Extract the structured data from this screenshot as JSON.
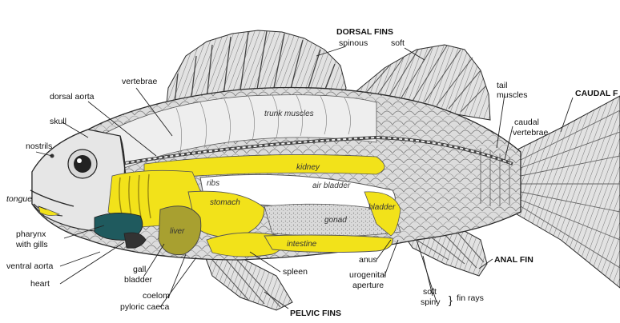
{
  "labels": {
    "dorsal_fins": "DORSAL FINS",
    "spinous": "spinous",
    "soft": "soft",
    "vertebrae": "vertebrae",
    "dorsal_aorta": "dorsal aorta",
    "skull": "skull",
    "nostrils": "nostrils",
    "tongue": "tongue",
    "pharynx": "pharynx",
    "with_gills": "with gills",
    "ventral_aorta": "ventral aorta",
    "heart": "heart",
    "gall": "gall",
    "bladder": "bladder",
    "coelom": "coelom",
    "pyloric_caeca": "pyloric caeca",
    "pelvic_fins": "PELVIC FINS",
    "spleen": "spleen",
    "anus": "anus",
    "urogenital": "urogenital",
    "aperture": "aperture",
    "soft_ray": "soft",
    "spiny": "spiny",
    "fin_rays": "fin rays",
    "anal_fin": "ANAL FIN",
    "tail": "tail",
    "muscles": "muscles",
    "caudal_fin": "CAUDAL F",
    "caudal": "caudal",
    "caudal_vertebrae": "vertebrae"
  },
  "organ_labels": {
    "trunk_muscles": "trunk muscles",
    "ribs": "ribs",
    "kidney": "kidney",
    "air_bladder": "air bladder",
    "stomach": "stomach",
    "gonad": "gonad",
    "liver": "liver",
    "intestine": "intestine",
    "bladder_organ": "bladder"
  },
  "colors": {
    "organ_yellow": "#f2e21a",
    "liver_olive": "#a8a030",
    "gill_teal": "#1f5a5e",
    "body_grey": "#cfcfcf",
    "outline": "#2a2a2a"
  }
}
